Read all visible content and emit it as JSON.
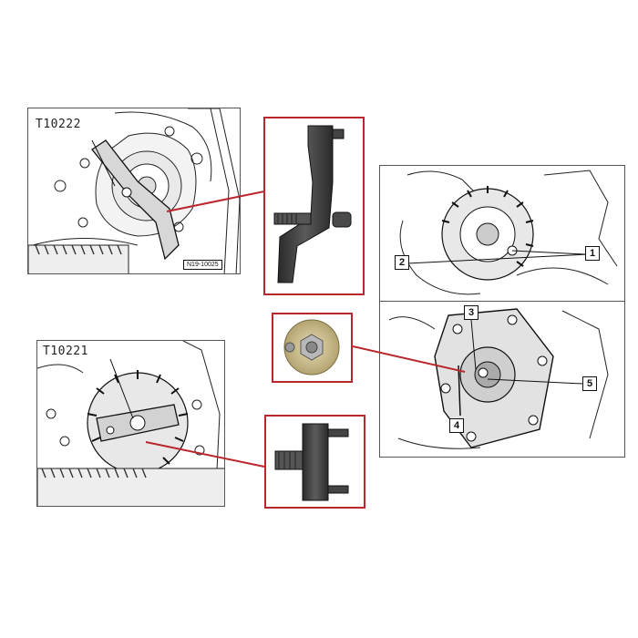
{
  "top_left_panel": {
    "tool_label": "T10222",
    "ref_code": "N19-10025"
  },
  "bottom_left_panel": {
    "tool_label": "T10221"
  },
  "right_panel": {
    "callouts": [
      "1",
      "2",
      "3",
      "4",
      "5"
    ]
  },
  "colors": {
    "highlight_border": "#b9262c",
    "tool_steel": "#3a3a3a",
    "brass_plate": "#c8b98a"
  }
}
